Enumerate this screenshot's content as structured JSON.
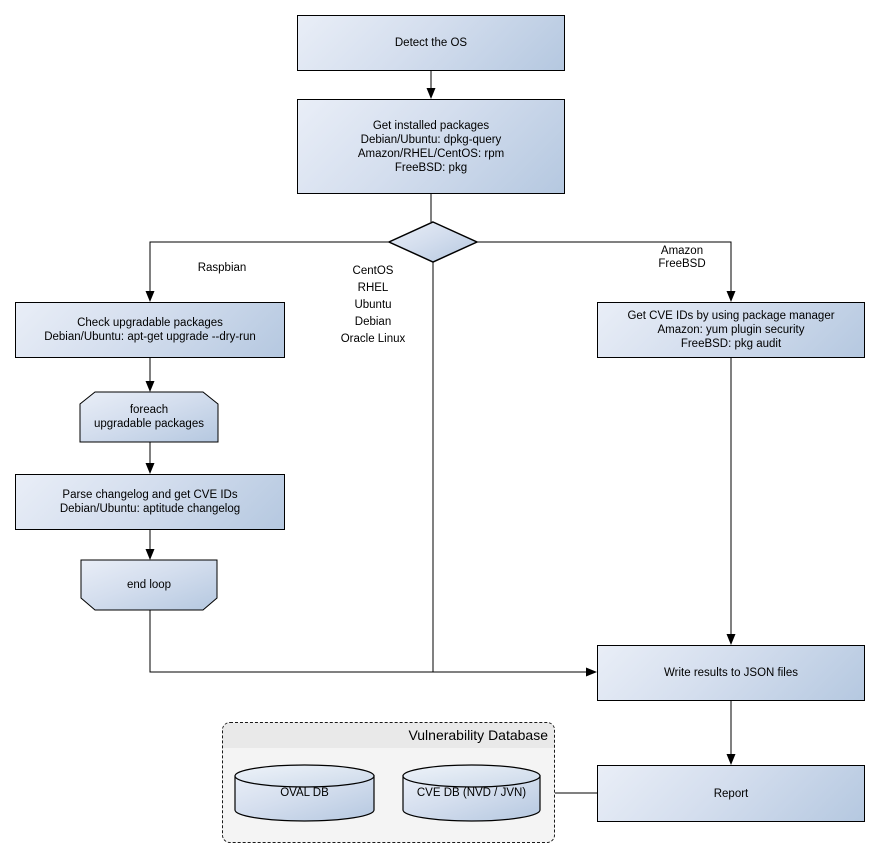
{
  "nodes": {
    "detect_os": "Detect the OS",
    "get_installed_packages": "Get installed packages\nDebian/Ubuntu: dpkg-query\nAmazon/RHEL/CentOS: rpm\nFreeBSD: pkg",
    "check_upgradable": "Check upgradable packages\nDebian/Ubuntu: apt-get upgrade --dry-run",
    "foreach_loop": "foreach\nupgradable  packages",
    "parse_changelog": "Parse changelog and get  CVE IDs\nDebian/Ubuntu: aptitude changelog",
    "end_loop": "end loop",
    "get_cve_ids": "Get CVE IDs by using package manager\nAmazon: yum plugin security\nFreeBSD: pkg audit",
    "write_json": "Write results to JSON files",
    "report": "Report"
  },
  "branch_labels": {
    "left": "Raspbian",
    "middle": "CentOS\nRHEL\nUbuntu\nDebian\nOracle Linux",
    "right": "Amazon\nFreeBSD"
  },
  "database": {
    "title": "Vulnerability Database",
    "cylinders": [
      "OVAL DB",
      "CVE DB (NVD / JVN)"
    ]
  },
  "colors": {
    "node_fill_light": "#e9eef7",
    "node_fill_dark": "#b5c8e0",
    "connector": "#000000",
    "db_container_bg": "#f4f4f4",
    "db_header_bg": "#e9e9e9"
  }
}
